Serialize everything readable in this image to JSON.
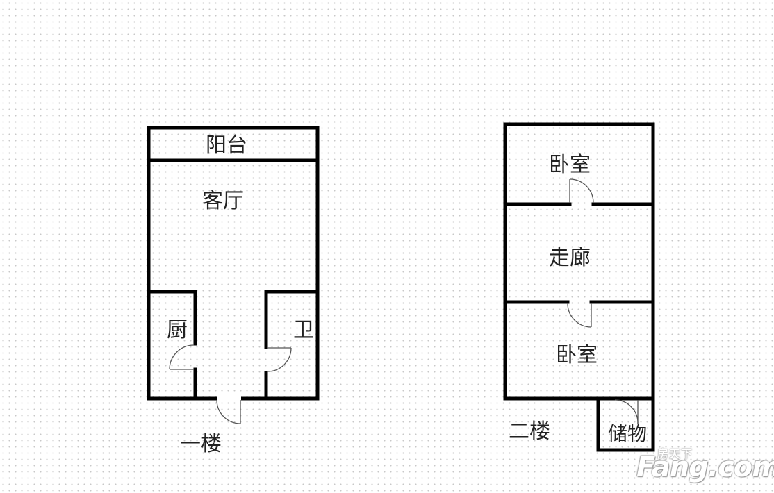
{
  "floor1": {
    "caption": "一楼",
    "rooms": {
      "balcony": "阳台",
      "living_room": "客厅",
      "kitchen": "厨",
      "bathroom": "卫"
    }
  },
  "floor2": {
    "caption": "二楼",
    "rooms": {
      "bedroom_top": "卧室",
      "corridor": "走廊",
      "bedroom_bottom": "卧室",
      "storage": "储物"
    }
  },
  "watermark": {
    "text_top": "房天下",
    "brand": "Fang.com"
  },
  "colors": {
    "wall": "#000000",
    "door": "#555555",
    "label": "#222222"
  }
}
